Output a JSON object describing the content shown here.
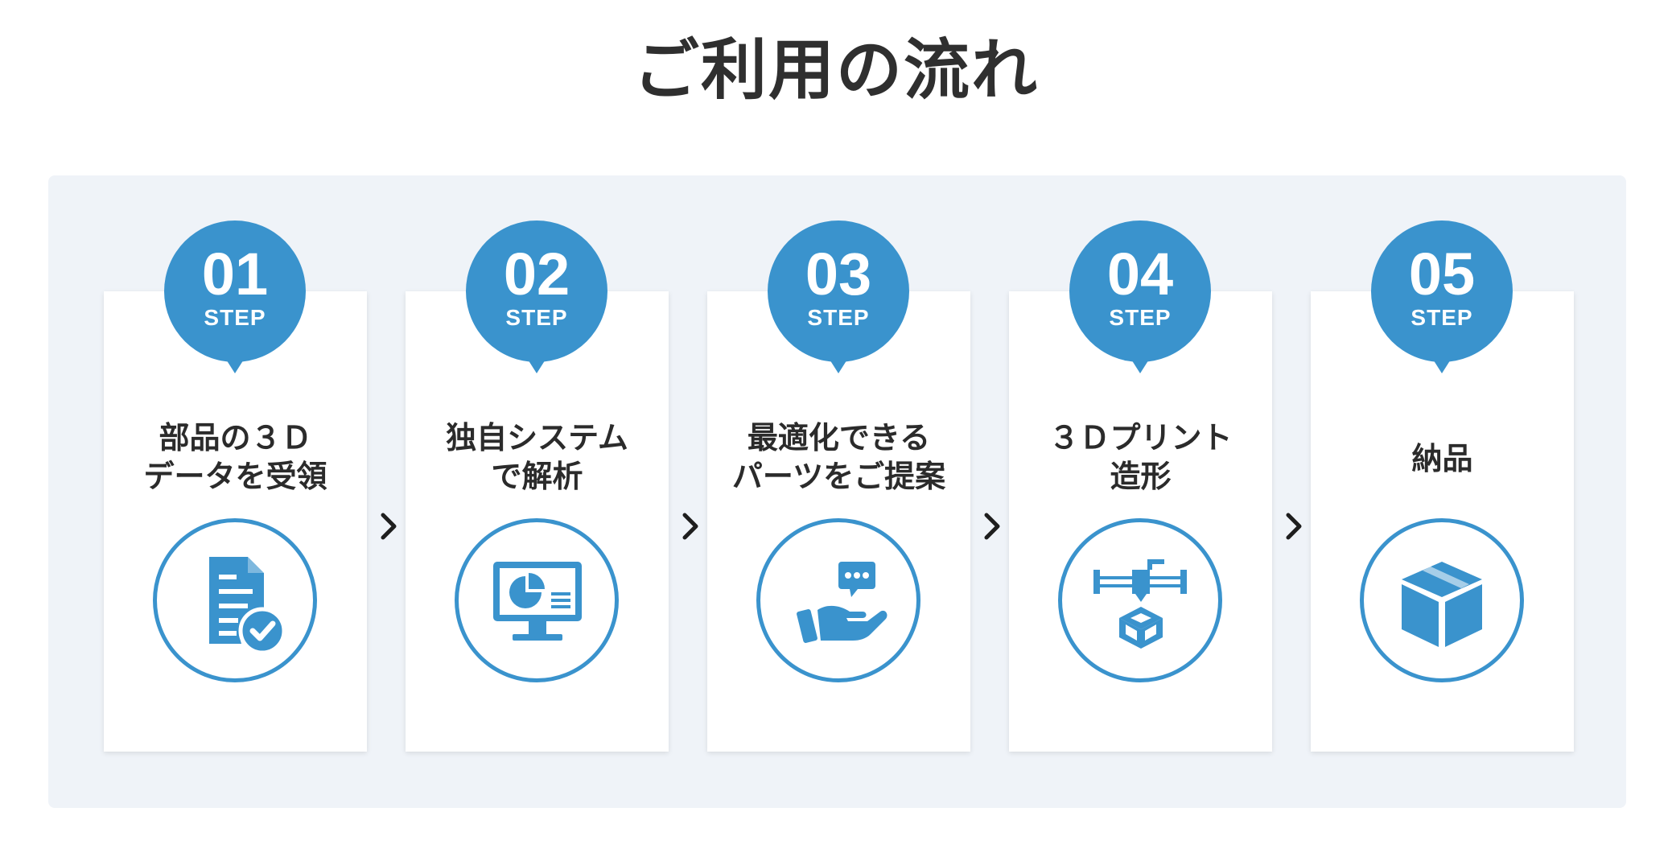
{
  "title": "ご利用の流れ",
  "step_label": "STEP",
  "steps": [
    {
      "number": "01",
      "lines": [
        "部品の３Ｄ",
        "データを受領"
      ],
      "icon": "document-check-icon"
    },
    {
      "number": "02",
      "lines": [
        "独自システム",
        "で解析"
      ],
      "icon": "monitor-chart-icon"
    },
    {
      "number": "03",
      "lines": [
        "最適化できる",
        "パーツをご提案"
      ],
      "icon": "hand-speech-bubble-icon"
    },
    {
      "number": "04",
      "lines": [
        "３Ｄプリント",
        "造形"
      ],
      "icon": "3d-printer-icon"
    },
    {
      "number": "05",
      "lines": [
        "納品"
      ],
      "icon": "package-box-icon"
    }
  ],
  "colors": {
    "accent": "#3a93cd",
    "panel_background": "#eff3f8",
    "card_background": "#ffffff",
    "text": "#2b2b2b"
  }
}
